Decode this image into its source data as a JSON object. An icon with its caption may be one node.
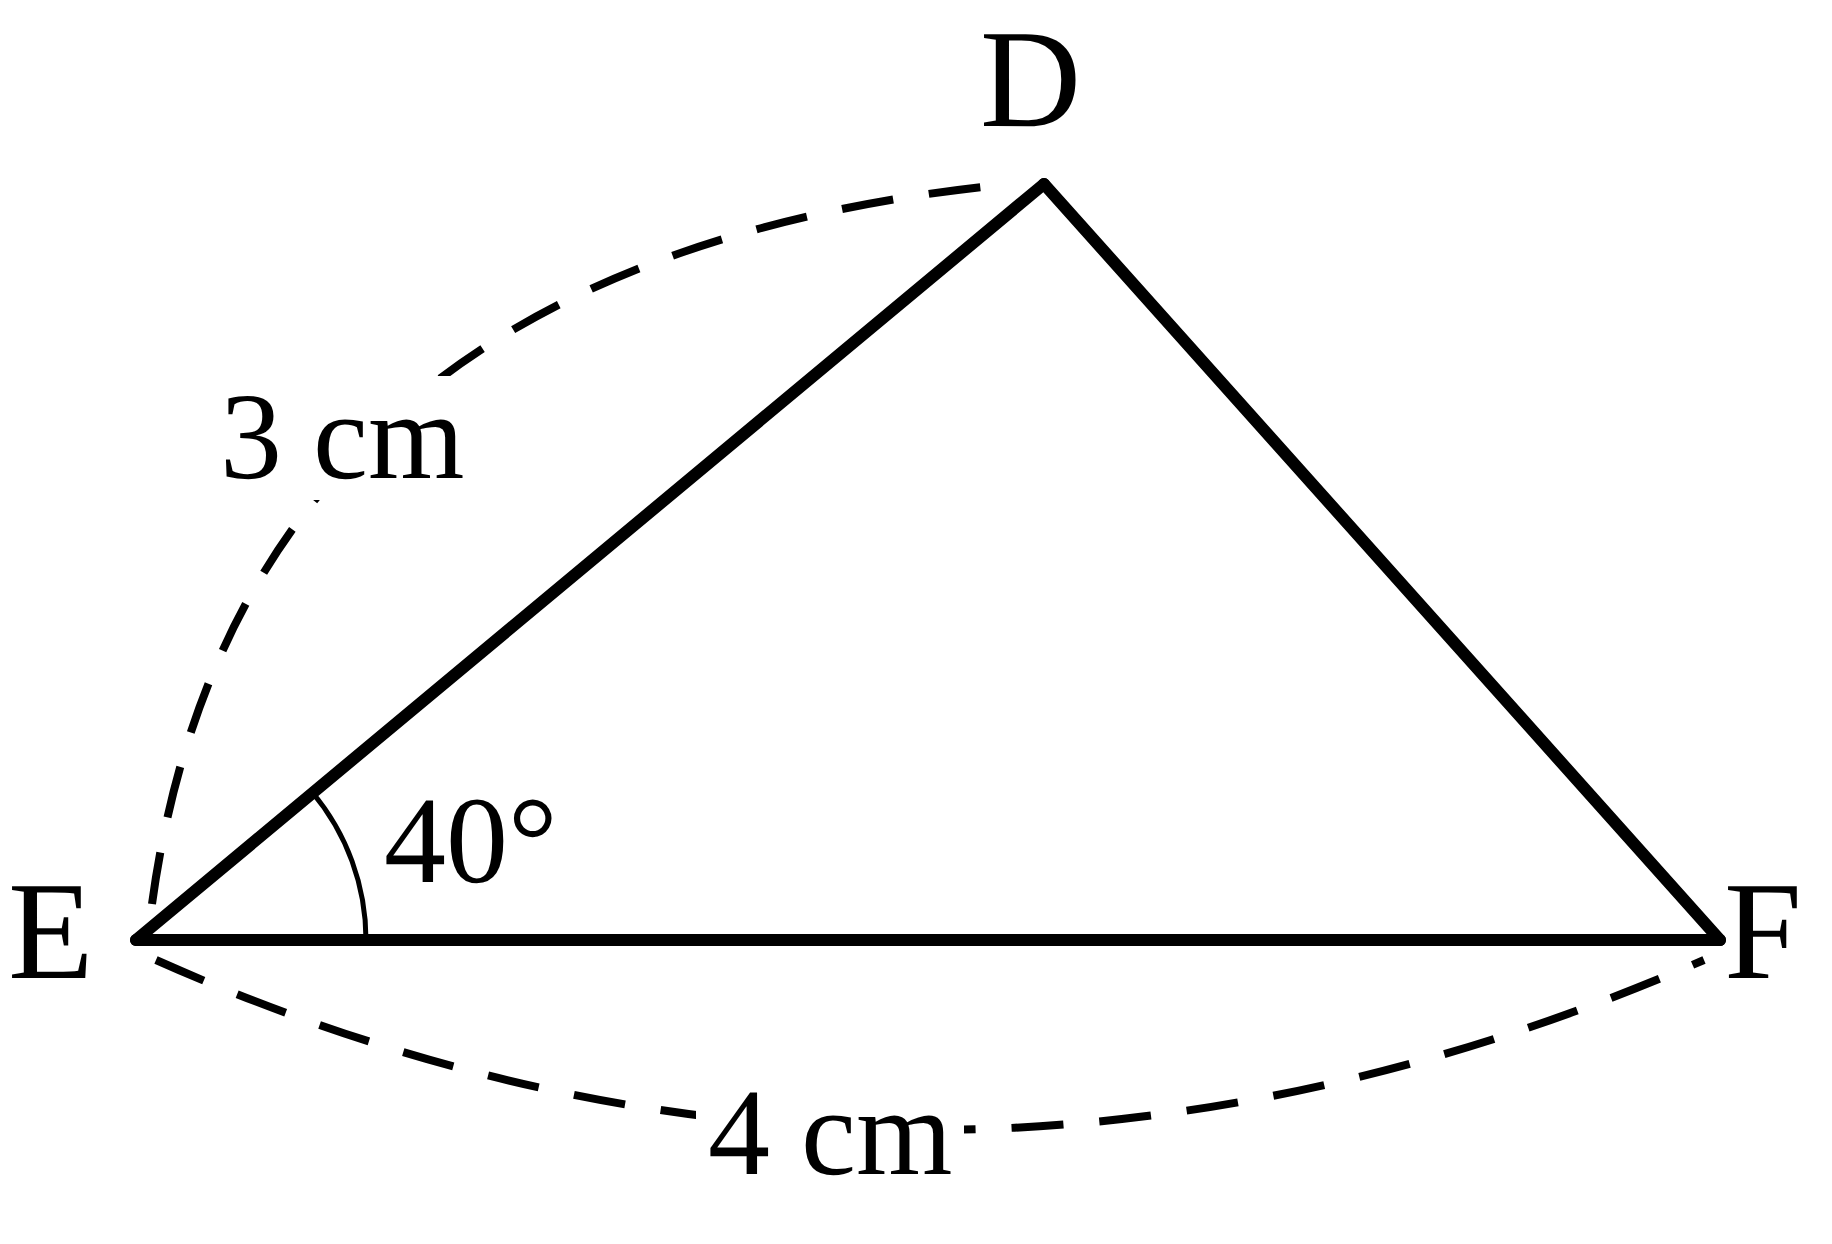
{
  "diagram": {
    "nodes": [
      {
        "text": [
          "D"
        ]
      },
      {
        "text": [
          "E"
        ]
      },
      {
        "text": [
          "F"
        ]
      }
    ],
    "edges": [
      {
        "from": 1,
        "to": 0,
        "arrow": "none"
      },
      {
        "from": 1,
        "to": 2,
        "arrow": "none"
      },
      {
        "from": 0,
        "to": 2,
        "arrow": "none"
      }
    ],
    "labels": [
      "3 cm",
      "40°",
      "4 cm"
    ]
  }
}
